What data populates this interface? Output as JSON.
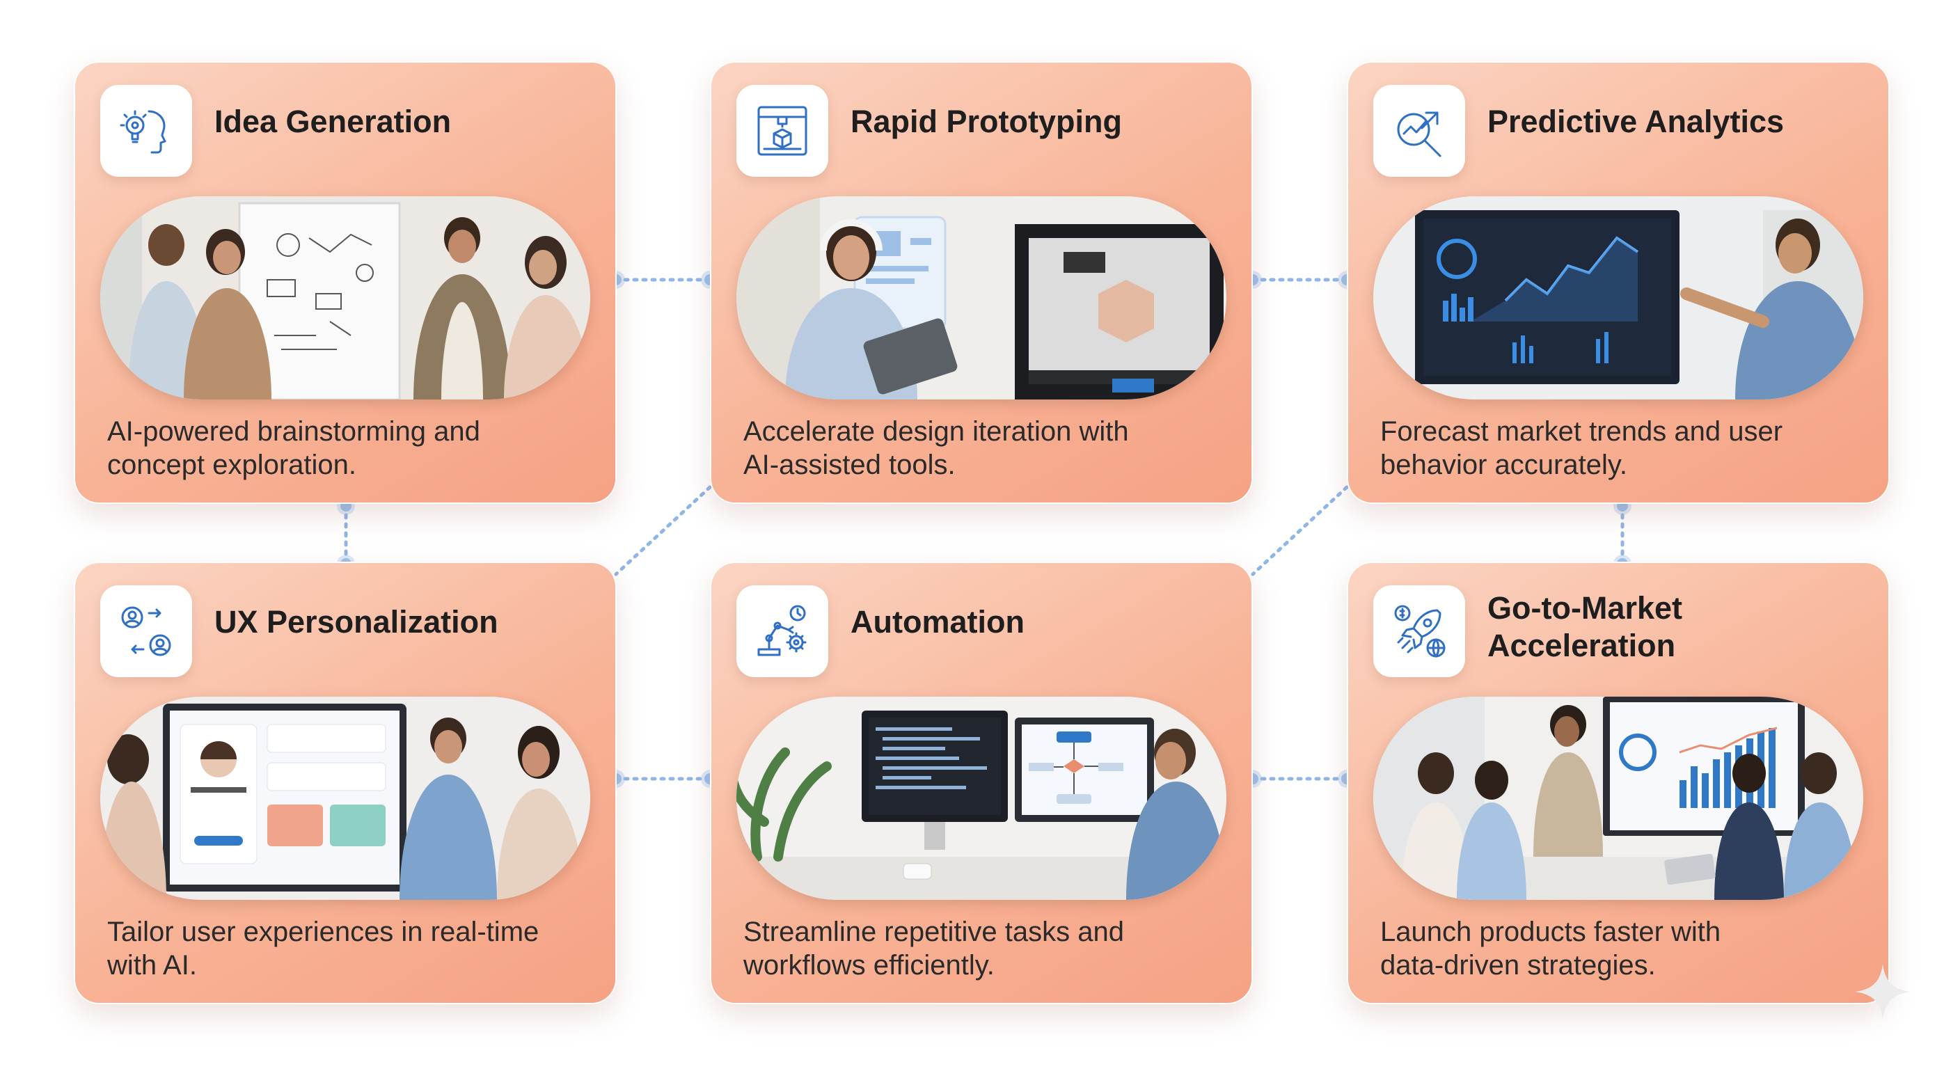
{
  "cards": [
    {
      "icon": "brain-lightbulb-icon",
      "title": "Idea Generation",
      "desc1": "AI-powered brainstorming and",
      "desc2": "concept exploration.",
      "photo": "team-brainstorming-whiteboard"
    },
    {
      "icon": "3d-printer-icon",
      "title": "Rapid Prototyping",
      "desc1": "Accelerate design iteration with",
      "desc2": "AI-assisted tools.",
      "photo": "designer-tablet-3d-printer"
    },
    {
      "icon": "chart-magnifier-icon",
      "title": "Predictive Analytics",
      "desc1": "Forecast market trends and user",
      "desc2": "behavior accurately.",
      "photo": "analyst-dashboard-monitor"
    },
    {
      "icon": "users-sync-icon",
      "title": "UX Personalization",
      "desc1": "Tailor user experiences in real-time",
      "desc2": "with AI.",
      "photo": "team-personalized-ui-screen"
    },
    {
      "icon": "robot-arm-gear-icon",
      "title": "Automation",
      "desc1": "Streamline repetitive tasks and",
      "desc2": "workflows efficiently.",
      "photo": "developer-workflow-monitors"
    },
    {
      "icon": "rocket-globe-icon",
      "title1": "Go-to-Market",
      "title2": "Acceleration",
      "desc1": "Launch products faster with",
      "desc2": "data-driven strategies.",
      "photo": "team-campaign-launch-meeting"
    }
  ],
  "colors": {
    "card_gradient_start": "#fbd5c3",
    "card_gradient_end": "#f6a284",
    "connector": "#8fb6e6",
    "icon_stroke": "#2f6fc4",
    "title_text": "#1e1e1e"
  }
}
